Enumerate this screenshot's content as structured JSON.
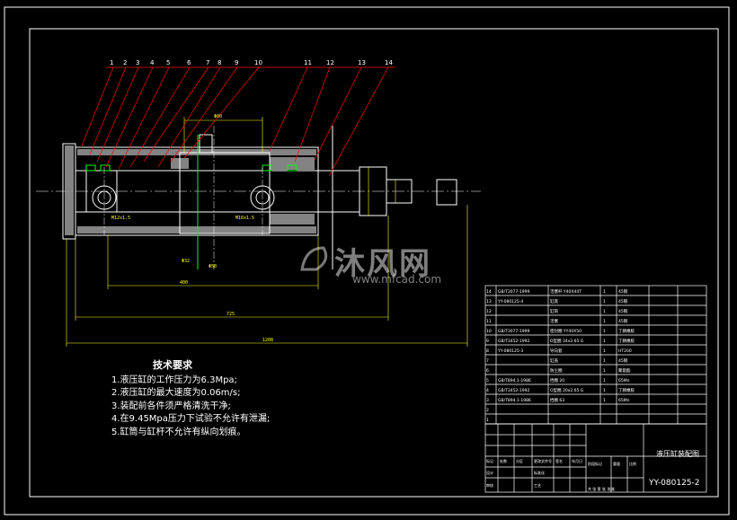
{
  "balloons": [
    "1",
    "2",
    "3",
    "4",
    "5",
    "6",
    "7",
    "8",
    "9",
    "10",
    "11",
    "12",
    "13",
    "14"
  ],
  "dims": {
    "d_top": "Φ80",
    "d_a": "M12x1.5",
    "d_b": "M16x1.5",
    "d_c": "Φ32",
    "d_d": "Φ50",
    "len_a": "400",
    "len_b": "725",
    "len_c": "1208"
  },
  "notes": {
    "title": "技术要求",
    "items": [
      "1.液压缸的工作压力为6.3Mpa;",
      "2.液压缸的最大速度为0.06m/s;",
      "3.装配前各件须严格清洗干净;",
      "4.在9.45Mpa压力下试验不允许有泄漏;",
      "5.缸筒与缸杆不允许有纵向划痕。"
    ]
  },
  "parts_list": [
    {
      "no": "14",
      "code": "GB/T3077-1999",
      "name": "活塞杆 Y40X44T",
      "qty": "1",
      "material": "45钢"
    },
    {
      "no": "13",
      "code": "YY-080125-4",
      "name": "缸底",
      "qty": "1",
      "material": "45钢"
    },
    {
      "no": "12",
      "code": "",
      "name": "缸筒",
      "qty": "1",
      "material": "45钢"
    },
    {
      "no": "11",
      "code": "",
      "name": "活塞",
      "qty": "1",
      "material": "45钢"
    },
    {
      "no": "10",
      "code": "GB/T3077-1999",
      "name": "密封圈 YY40X50",
      "qty": "1",
      "material": "丁腈橡胶"
    },
    {
      "no": "9",
      "code": "GB/T3452-1992",
      "name": "O型圈 34x2.65 G",
      "qty": "1",
      "material": "丁腈橡胶"
    },
    {
      "no": "8",
      "code": "YY-080125-3",
      "name": "导向套",
      "qty": "1",
      "material": "HT200"
    },
    {
      "no": "7",
      "code": "",
      "name": "缸盖",
      "qty": "1",
      "material": "45钢"
    },
    {
      "no": "6",
      "code": "",
      "name": "防尘圈",
      "qty": "1",
      "material": "聚氨酯"
    },
    {
      "no": "5",
      "code": "GB/T894.1-1986",
      "name": "挡圈 20",
      "qty": "1",
      "material": "65Mn"
    },
    {
      "no": "4",
      "code": "GB/T3452-1992",
      "name": "O型圈 20x2.65 G",
      "qty": "1",
      "material": "丁腈橡胶"
    },
    {
      "no": "3",
      "code": "GB/T894.1-1986",
      "name": "挡圈 63",
      "qty": "1",
      "material": "65Mn"
    },
    {
      "no": "2",
      "code": "",
      "name": "",
      "qty": "",
      "material": ""
    },
    {
      "no": "1",
      "code": "",
      "name": "",
      "qty": "",
      "material": ""
    }
  ],
  "title_block": {
    "drawing_title": "液压缸装配图",
    "drawing_number": "YY-080125-2",
    "scale_label": "比例",
    "weight_label": "重量",
    "sheet_label": "共 张 第 张",
    "h1": "标记",
    "h2": "处数",
    "h3": "分区",
    "h4": "更改文件号",
    "h5": "签名",
    "h6": "年月日",
    "design": "设计",
    "check": "审核",
    "process": "工艺",
    "approve": "批准",
    "stage": "阶段标记",
    "std": "标准化"
  },
  "watermark": {
    "brand": "沐风网",
    "url": "www.mfcad.com"
  },
  "colors": {
    "background": "#000000",
    "outline": "#ffffff",
    "leader": "#ff0000",
    "dimension": "#ffff00",
    "detail": "#00ff00",
    "section_tint": "#9a9a9a"
  }
}
